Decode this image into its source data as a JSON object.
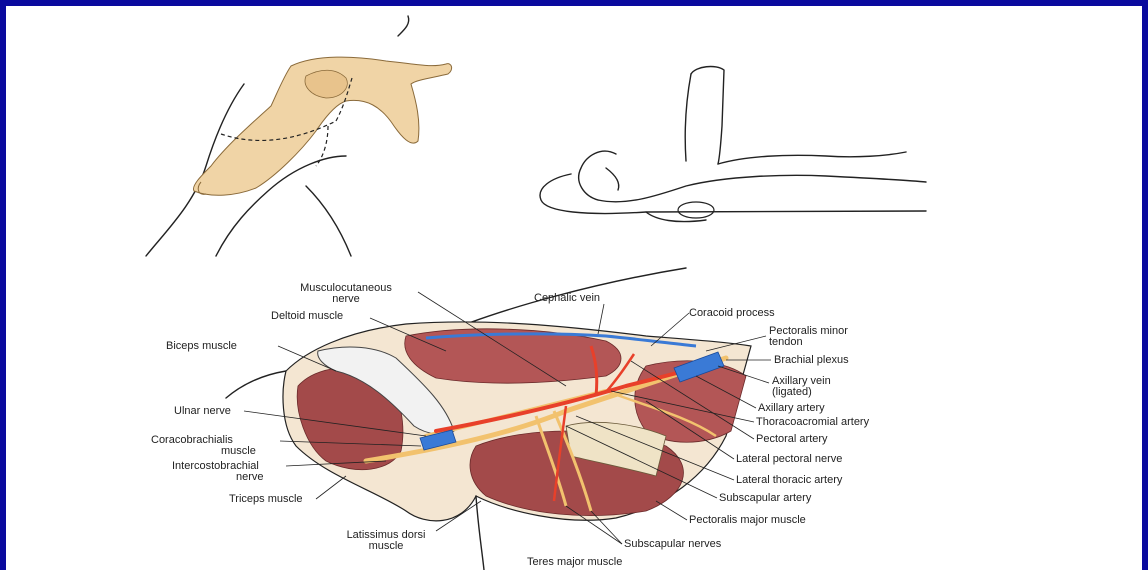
{
  "colors": {
    "border": "#0a0a9e",
    "bone": "#f0d4a6",
    "muscle": "#a34a4a",
    "artery": "#e8402a",
    "vein": "#3a7ad6",
    "nerve": "#f2c26e"
  },
  "labels": {
    "musculocutaneous_nerve": [
      "Musculocutaneous",
      "nerve"
    ],
    "deltoid_muscle": "Deltoid muscle",
    "biceps_muscle": "Biceps muscle",
    "ulnar_nerve": "Ulnar nerve",
    "coracobrachialis_muscle": [
      "Coracobrachialis",
      "muscle"
    ],
    "intercostobrachial_nerve": [
      "Intercostobrachial",
      "nerve"
    ],
    "triceps_muscle": "Triceps muscle",
    "latissimus_dorsi_muscle": [
      "Latissimus dorsi",
      "muscle"
    ],
    "teres_major_muscle": "Teres major muscle",
    "cephalic_vein": "Cephalic vein",
    "coracoid_process": "Coracoid process",
    "pectoralis_minor_tendon": [
      "Pectoralis minor",
      "tendon"
    ],
    "brachial_plexus": "Brachial plexus",
    "axillary_vein": [
      "Axillary vein",
      "(ligated)"
    ],
    "axillary_artery": "Axillary artery",
    "thoracoacromial_artery": "Thoracoacromial artery",
    "pectoral_artery": "Pectoral artery",
    "lateral_pectoral_nerve": "Lateral pectoral nerve",
    "lateral_thoracic_artery": "Lateral thoracic artery",
    "subscapular_artery": "Subscapular artery",
    "pectoralis_major_muscle": "Pectoralis major muscle",
    "subscapular_nerves": "Subscapular nerves"
  }
}
